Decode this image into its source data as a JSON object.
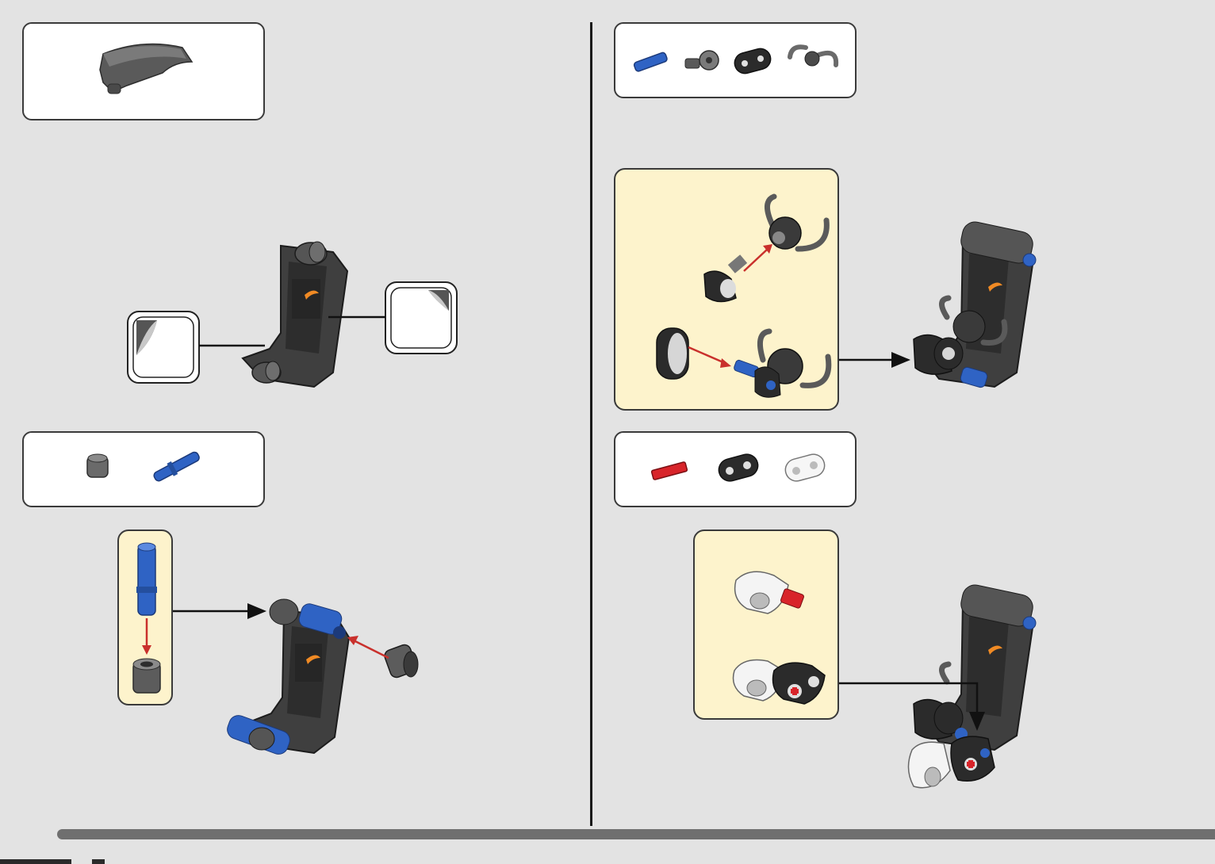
{
  "page": {
    "background": "#e3e3e3",
    "accent_blue": "#2f63c4",
    "accent_red": "#d8242a",
    "callout_bg": "#fdf3cc",
    "progress_fill": "#6f6f6f"
  },
  "steps": [
    {
      "parts": [
        "dark-grey-panel-fairing"
      ],
      "contents": [
        "seat-shell",
        "sticker-left",
        "sticker-right"
      ]
    },
    {
      "parts": [
        "dark-grey-bush",
        "blue-long-pin"
      ],
      "contents": [
        "sub-assembly-pin-bush",
        "seat-with-pins"
      ]
    },
    {
      "parts": [
        "blue-axle-pin",
        "grey-axle-connector",
        "black-beam-2",
        "grey-steering-handle"
      ],
      "contents": [
        "sub-assembly-handles",
        "seat-with-handles"
      ]
    },
    {
      "parts": [
        "red-axle-2",
        "black-beam-2",
        "white-beam-2"
      ],
      "contents": [
        "sub-assembly-beams",
        "seat-with-beams"
      ]
    }
  ],
  "icons": {
    "sticker": "peeled-sticker-icon",
    "arrow": "assembly-arrow-icon",
    "logo": "orange-swoosh-logo"
  }
}
